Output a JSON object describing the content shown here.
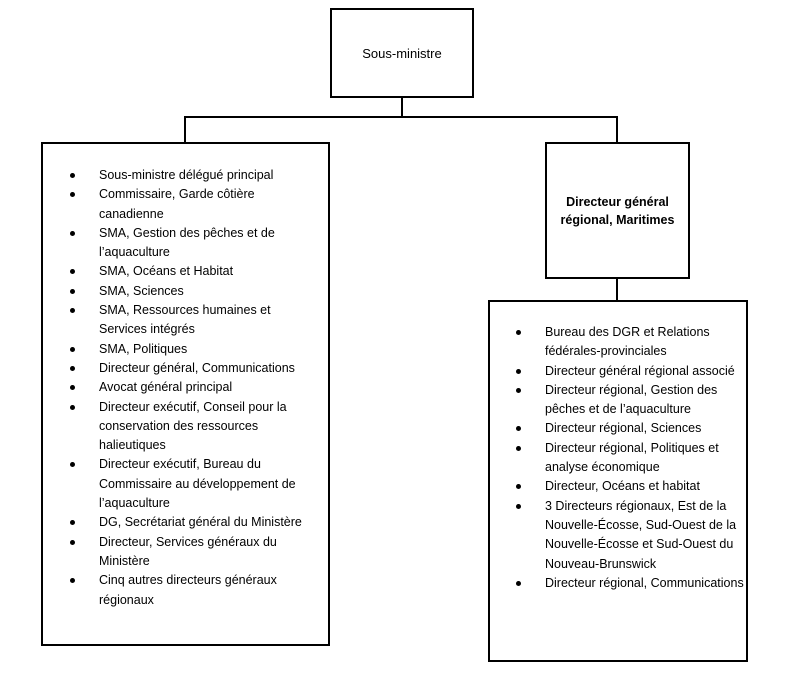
{
  "top": {
    "title": "Sous-ministre"
  },
  "left": {
    "items": [
      "Sous-ministre délégué principal",
      "Commissaire, Garde côtière canadienne",
      "SMA, Gestion des pêches et de l’aquaculture",
      "SMA, Océans et Habitat",
      "SMA, Sciences",
      "SMA, Ressources humaines et Services intégrés",
      "SMA, Politiques",
      "Directeur général, Communications",
      "Avocat général principal",
      "Directeur exécutif, Conseil pour la conservation des ressources halieutiques",
      "Directeur exécutif, Bureau du Commissaire au développement de l’aquaculture",
      "DG, Secrétariat général du Ministère",
      "Directeur, Services généraux du Ministère",
      "Cinq autres directeurs généraux régionaux"
    ]
  },
  "right": {
    "title": "Directeur général régional, Maritimes",
    "items": [
      "Bureau des DGR et Relations fédérales-provinciales",
      "Directeur général régional associé",
      "Directeur régional, Gestion des pêches et de l’aquaculture",
      "Directeur régional, Sciences",
      "Directeur régional, Politiques et analyse économique",
      "Directeur, Océans et habitat",
      "3 Directeurs régionaux, Est de la Nouvelle-Écosse, Sud-Ouest de la Nouvelle-Écosse et Sud-Ouest du Nouveau-Brunswick",
      "Directeur régional, Communications"
    ]
  }
}
